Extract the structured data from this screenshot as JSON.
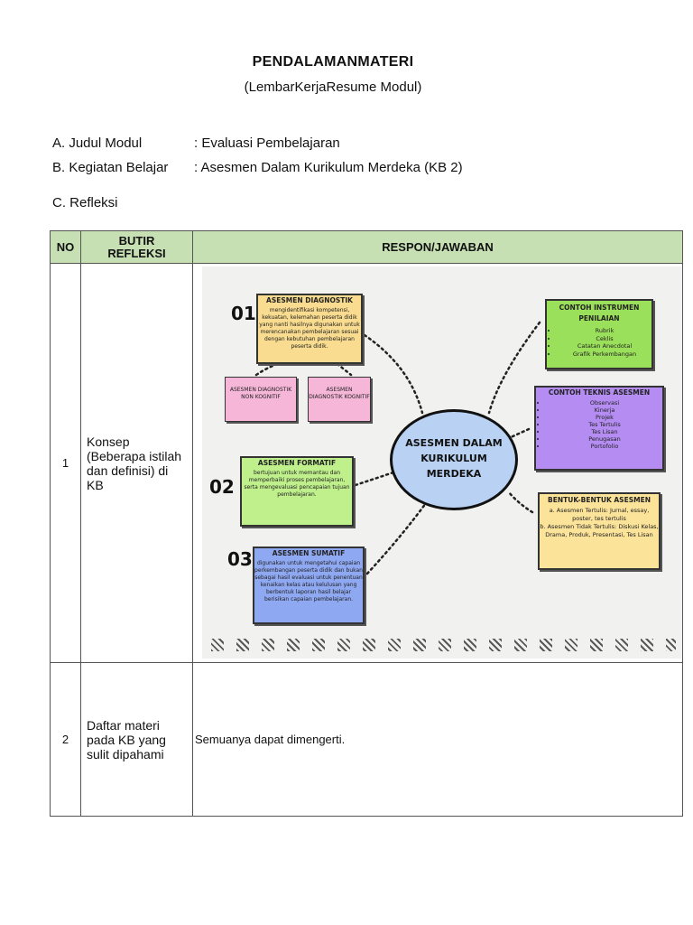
{
  "header": {
    "title": "PENDALAMANMATERI",
    "subtitle": "(LembarKerjaResume Modul)"
  },
  "meta": {
    "a_label": "A. Judul Modul",
    "a_value": ": Evaluasi Pembelajaran",
    "b_label": "B. Kegiatan Belajar",
    "b_value": ": Asesmen Dalam Kurikulum Merdeka (KB 2)",
    "c_label": "C. Refleksi"
  },
  "table": {
    "headers": [
      "NO",
      "BUTIR REFLEKSI",
      "RESPON/JAWABAN"
    ],
    "rows": [
      {
        "no": "1",
        "butir": "Konsep (Beberapa istilah dan definisi) di KB"
      },
      {
        "no": "2",
        "butir": "Daftar materi pada KB yang sulit dipahami",
        "respon": "Semuanya dapat dimengerti."
      }
    ]
  },
  "mindmap": {
    "center": [
      "ASESMEN DALAM",
      "KURIKULUM",
      "MERDEKA"
    ],
    "num1": "01",
    "num2": "02",
    "num3": "03",
    "diagnostik": {
      "title": "ASESMEN DIAGNOSTIK",
      "text": "mengidentifikasi kompetensi, kekuatan, kelemahan peserta didik yang nanti hasilnya digunakan untuk merencanakan pembelajaran sesuai dengan kebutuhan pembelajaran peserta didik."
    },
    "non_kognitif": "ASESMEN DIAGNOSTIK NON KOGNITIF",
    "kognitif": "ASESMEN DIAGNOSTIK KOGNITIF",
    "formatif": {
      "title": "ASESMEN FORMATIF",
      "text": "bertujuan untuk memantau dan memperbaiki proses pembelajaran, serta mengevaluasi pencapaian tujuan pembelajaran."
    },
    "sumatif": {
      "title": "ASESMEN SUMATIF",
      "text": "digunakan untuk mengetahui capaian perkembangan peserta didik dan bukan sebagai hasil evaluasi untuk penentuan kenaikan kelas atau kelulusan yang berbentuk laporan hasil belajar berisikan capaian pembelajaran."
    },
    "instrumen": {
      "title": "CONTOH INSTRUMEN PENILAIAN",
      "items": [
        "Rubrik",
        "Ceklis",
        "Catatan Anecdotal",
        "Grafik Perkembangan"
      ]
    },
    "teknis": {
      "title": "CONTOH TEKNIS ASESMEN",
      "items": [
        "Observasi",
        "Kinerja",
        "Projek",
        "Tes Tertulis",
        "Tes Lisan",
        "Penugasan",
        "Portofolio"
      ]
    },
    "bentuk": {
      "title": "BENTUK-BENTUK ASESMEN",
      "line_a": "a. Asesmen Tertulis: Jurnal, essay, poster, tes tertulis",
      "line_b": "b. Asesmen Tidak Tertulis: Diskusi Kelas, Drama, Produk, Presentasi, Tes Lisan"
    },
    "colors": {
      "diagnostik": "#f9dc8f",
      "pink": "#f5b6d8",
      "formatif": "#bff08c",
      "sumatif": "#8fa8f2",
      "instrumen": "#9be05a",
      "teknis": "#b48cf2",
      "bentuk": "#fbe39a",
      "center": "#b9d1f2"
    }
  }
}
